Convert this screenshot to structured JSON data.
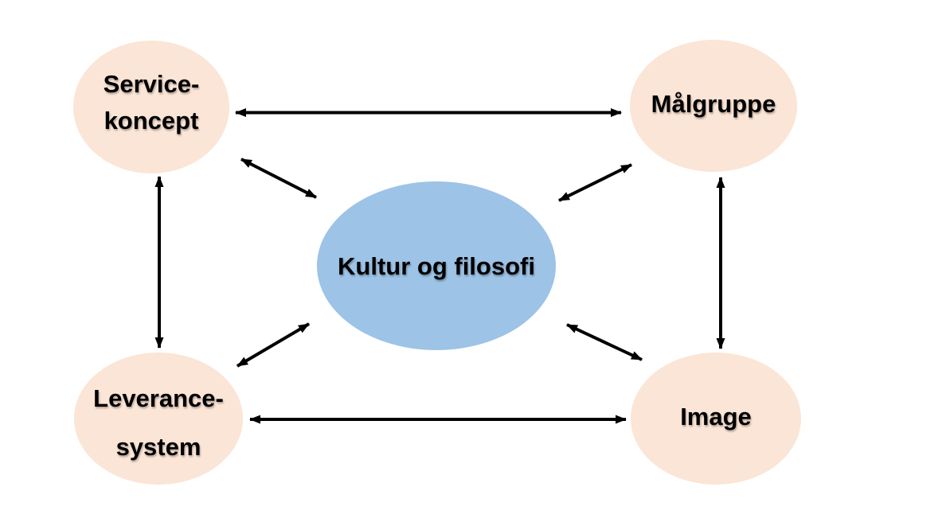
{
  "diagram": {
    "description": "Service management model diagram with five ellipse nodes connected by double-headed arrows",
    "nodes": {
      "service_koncept": {
        "line1": "Service-",
        "line2": "koncept",
        "fill": "#fbe5d6",
        "position": "top-left"
      },
      "malgruppe": {
        "label": "Målgruppe",
        "fill": "#fbe5d6",
        "position": "top-right"
      },
      "kultur_og_filosofi": {
        "label": "Kultur og filosofi",
        "fill": "#9dc3e6",
        "position": "center"
      },
      "leverance_system": {
        "line1": "Leverance-",
        "line2": "system",
        "fill": "#fbe5d6",
        "position": "bottom-left"
      },
      "image": {
        "label": "Image",
        "fill": "#fbe5d6",
        "position": "bottom-right"
      }
    },
    "edges": [
      {
        "from": "service_koncept",
        "to": "malgruppe",
        "bidirectional": true
      },
      {
        "from": "leverance_system",
        "to": "image",
        "bidirectional": true
      },
      {
        "from": "service_koncept",
        "to": "leverance_system",
        "bidirectional": true
      },
      {
        "from": "malgruppe",
        "to": "image",
        "bidirectional": true
      },
      {
        "from": "kultur_og_filosofi",
        "to": "service_koncept",
        "bidirectional": true
      },
      {
        "from": "kultur_og_filosofi",
        "to": "malgruppe",
        "bidirectional": true
      },
      {
        "from": "kultur_og_filosofi",
        "to": "leverance_system",
        "bidirectional": true
      },
      {
        "from": "kultur_og_filosofi",
        "to": "image",
        "bidirectional": true
      }
    ],
    "colors": {
      "node_peach": "#fbe5d6",
      "node_blue": "#9dc3e6",
      "arrow": "#000000",
      "text": "#000000",
      "background": "#ffffff"
    }
  }
}
